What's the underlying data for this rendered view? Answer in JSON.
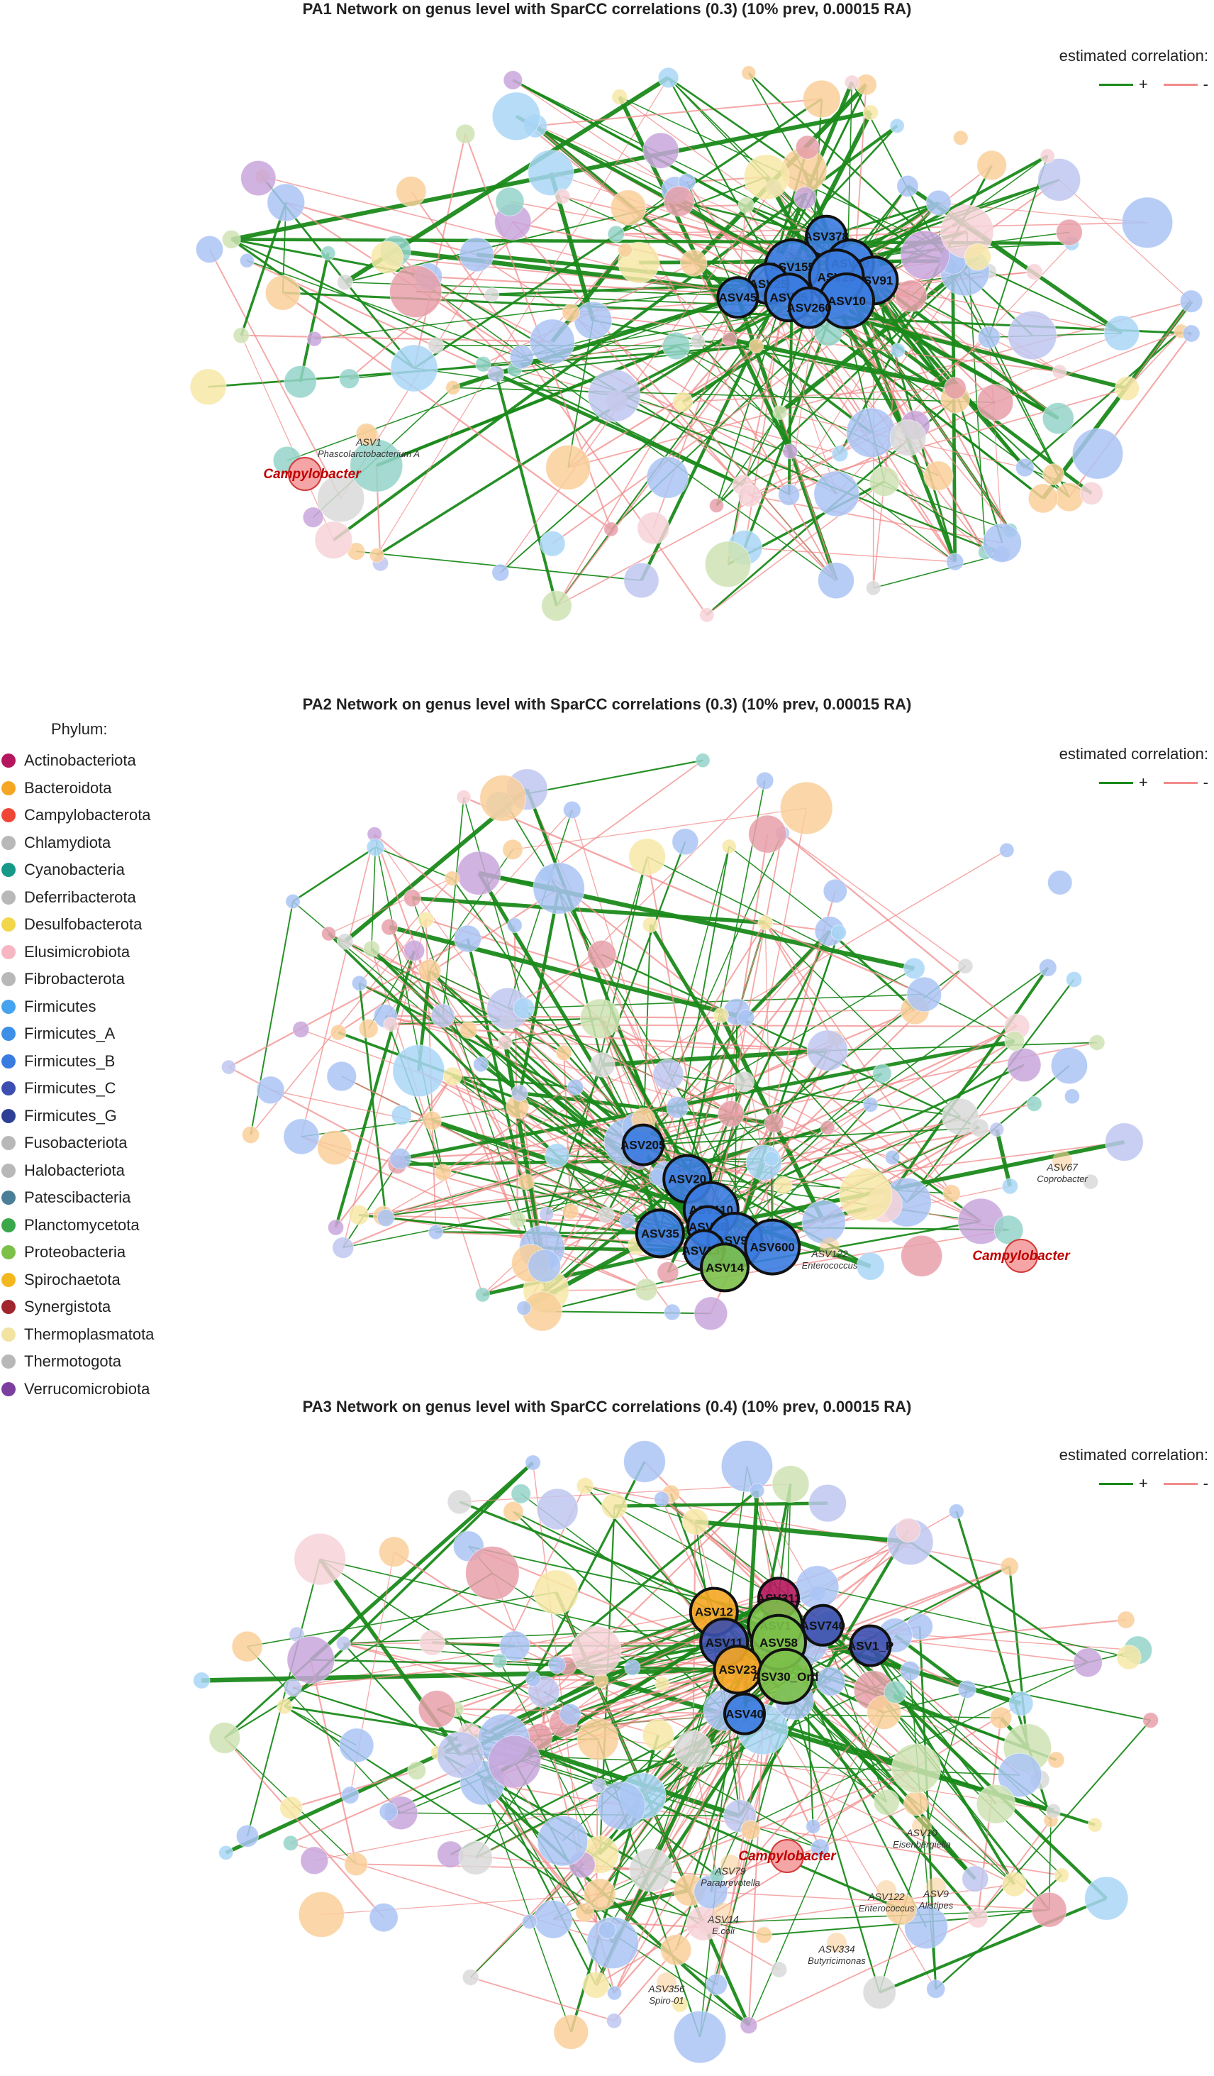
{
  "colors": {
    "positive_edge": "#1a8a1a",
    "negative_edge": "#f28b8b",
    "highlight_ring": "#111111",
    "campylobacter_label": "#c00000"
  },
  "correlation_legend": {
    "title": "estimated correlation:",
    "positive": "+",
    "negative": "-"
  },
  "phylum_legend": {
    "title": "Phylum:",
    "items": [
      {
        "name": "Actinobacteriota",
        "color": "#b5175e"
      },
      {
        "name": "Bacteroidota",
        "color": "#f5a623"
      },
      {
        "name": "Campylobacterota",
        "color": "#ef4636"
      },
      {
        "name": "Chlamydiota",
        "color": "#b8b8b8"
      },
      {
        "name": "Cyanobacteria",
        "color": "#17998a"
      },
      {
        "name": "Deferribacterota",
        "color": "#b8b8b8"
      },
      {
        "name": "Desulfobacterota",
        "color": "#f2d64b"
      },
      {
        "name": "Elusimicrobiota",
        "color": "#f7b6c2"
      },
      {
        "name": "Fibrobacterota",
        "color": "#b8b8b8"
      },
      {
        "name": "Firmicutes",
        "color": "#45a3ef"
      },
      {
        "name": "Firmicutes_A",
        "color": "#3d8fe8"
      },
      {
        "name": "Firmicutes_B",
        "color": "#3a7be0"
      },
      {
        "name": "Firmicutes_C",
        "color": "#3c4fb0"
      },
      {
        "name": "Firmicutes_G",
        "color": "#2e3f96"
      },
      {
        "name": "Fusobacteriota",
        "color": "#b8b8b8"
      },
      {
        "name": "Halobacteriota",
        "color": "#b8b8b8"
      },
      {
        "name": "Patescibacteria",
        "color": "#4a7f97"
      },
      {
        "name": "Planctomycetota",
        "color": "#3aa84a"
      },
      {
        "name": "Proteobacteria",
        "color": "#7cc04a"
      },
      {
        "name": "Spirochaetota",
        "color": "#f3b81f"
      },
      {
        "name": "Synergistota",
        "color": "#a1252c"
      },
      {
        "name": "Thermoplasmatota",
        "color": "#f3e3a3"
      },
      {
        "name": "Thermotogota",
        "color": "#b8b8b8"
      },
      {
        "name": "Verrucomicrobiota",
        "color": "#7b3fa0"
      }
    ]
  },
  "panels": [
    {
      "title": "PA1 Network on genus level with SparCC correlations (0.3) (10% prev, 0.00015 RA)",
      "hubs": [
        {
          "label": "ASV378",
          "color": "#3a7be0"
        },
        {
          "label": "ASV50",
          "color": "#3a7be0"
        },
        {
          "label": "ASV155",
          "color": "#3a7be0"
        },
        {
          "label": "ASV25",
          "color": "#3a7be0"
        },
        {
          "label": "ASV91",
          "color": "#3a7be0"
        },
        {
          "label": "ASV29",
          "color": "#3a7be0"
        },
        {
          "label": "ASV45",
          "color": "#3a7be0"
        },
        {
          "label": "ASV85",
          "color": "#3a7be0"
        },
        {
          "label": "ASV10",
          "color": "#3a7be0"
        },
        {
          "label": "ASV260",
          "color": "#3a7be0"
        }
      ],
      "annotations": [
        {
          "asv": "ASV1",
          "taxon": "Phascolarctobacterium A"
        }
      ],
      "campylobacter": "Campylobacter"
    },
    {
      "title": "PA2 Network on genus level with SparCC correlations (0.3) (10% prev, 0.00015 RA)",
      "hubs": [
        {
          "label": "ASV205",
          "color": "#3a7be0"
        },
        {
          "label": "ASV20",
          "color": "#3a7be0"
        },
        {
          "label": "ASV110",
          "color": "#3a7be0"
        },
        {
          "label": "ASV88",
          "color": "#3a7be0"
        },
        {
          "label": "ASV35",
          "color": "#3a7be0"
        },
        {
          "label": "ASV95",
          "color": "#3a7be0"
        },
        {
          "label": "ASV139",
          "color": "#3a7be0"
        },
        {
          "label": "ASV14",
          "color": "#7cc04a"
        },
        {
          "label": "ASV600",
          "color": "#3a7be0"
        }
      ],
      "annotations": [
        {
          "asv": "ASV67",
          "taxon": "Coprobacter"
        },
        {
          "asv": "ASV122",
          "taxon": "Enterococcus"
        }
      ],
      "campylobacter": "Campylobacter"
    },
    {
      "title": "PA3 Network on genus level with SparCC correlations (0.4) (10% prev, 0.00015 RA)",
      "hubs": [
        {
          "label": "ASV311",
          "color": "#b5175e"
        },
        {
          "label": "ASV12",
          "color": "#f5a623"
        },
        {
          "label": "ASV1",
          "color": "#7cc04a"
        },
        {
          "label": "ASV740",
          "color": "#3c4fb0"
        },
        {
          "label": "ASV11",
          "color": "#3c4fb0"
        },
        {
          "label": "ASV58",
          "color": "#7cc04a"
        },
        {
          "label": "ASV1_P",
          "color": "#3c4fb0"
        },
        {
          "label": "ASV23",
          "color": "#f5a623"
        },
        {
          "label": "ASV30_Ord",
          "color": "#7cc04a"
        },
        {
          "label": "ASV40",
          "color": "#3a7be0"
        }
      ],
      "annotations": [
        {
          "asv": "ASV10",
          "taxon": "Eisenbergiella"
        },
        {
          "asv": "ASV79",
          "taxon": "Paraprevotella"
        },
        {
          "asv": "ASV9",
          "taxon": "Alistipes"
        },
        {
          "asv": "ASV14",
          "taxon": "E.coli"
        },
        {
          "asv": "ASV122",
          "taxon": "Enterococcus"
        },
        {
          "asv": "ASV334",
          "taxon": "Butyricimonas"
        },
        {
          "asv": "ASV356",
          "taxon": "Spiro-01"
        }
      ],
      "campylobacter": "Campylobacter"
    }
  ]
}
